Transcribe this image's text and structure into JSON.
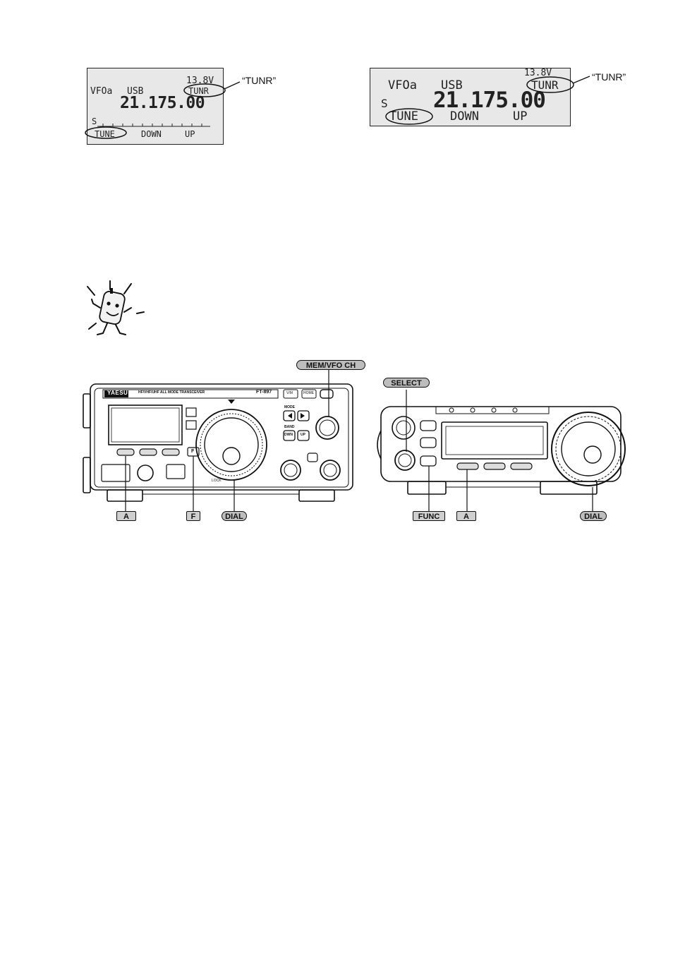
{
  "display1": {
    "voltage": "13.8V",
    "vfo": "VFOa",
    "mode": "USB",
    "tuner": "TUNR",
    "frequency": "21.175.00",
    "meter": "S",
    "soft_keys": [
      "TUNE",
      "DOWN",
      "UP"
    ]
  },
  "display2": {
    "voltage": "13.8V",
    "vfo": "VFOa",
    "mode": "USB",
    "tuner": "TUNR",
    "frequency": "21.175.00",
    "meter": "S",
    "soft_keys": [
      "TUNE",
      "DOWN",
      "UP"
    ]
  },
  "callouts": {
    "tunr_left": "“TUNR”",
    "tunr_right": "“TUNR”"
  },
  "radio1": {
    "brand": "YAESU",
    "tagline": "HF/VHF/UHF ALL MODE TRANSCEIVER",
    "model": "FT-897",
    "labels": {
      "mem_vfo": "MEM/VFO CH",
      "a": "A",
      "f": "F",
      "dial": "DIAL"
    },
    "panel": {
      "mode": "MODE",
      "band": "BAND",
      "dwn": "DWN",
      "up": "UP",
      "vm": "V/M",
      "home": "HOME",
      "f_key": "F",
      "lock": "LOCK"
    }
  },
  "radio2": {
    "labels": {
      "select": "SELECT",
      "func": "FUNC",
      "a": "A",
      "dial": "DIAL"
    }
  }
}
